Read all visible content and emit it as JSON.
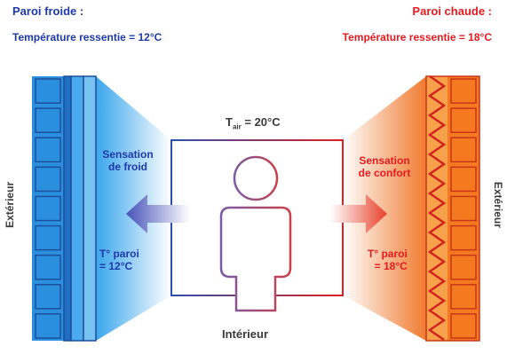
{
  "left_wall": {
    "title": "Paroi froide :",
    "subtitle": "Température ressentie = 12°C",
    "outside_label": "Extérieur",
    "sensation": [
      "Sensation",
      "de froid"
    ],
    "temp": [
      "T° paroi",
      "= 12°C"
    ]
  },
  "right_wall": {
    "title": "Paroi chaude :",
    "subtitle": "Température ressentie = 18°C",
    "outside_label": "Extérieur",
    "sensation": [
      "Sensation",
      "de confort"
    ],
    "temp": [
      "T° paroi",
      "= 18°C"
    ]
  },
  "room": {
    "air_temp_label": "T",
    "air_temp_subscript": "air",
    "air_temp_value": "= 20°C",
    "interior_label": "Intérieur"
  },
  "colors": {
    "cold_text": "#1e3aa8",
    "warm_text": "#e51b20",
    "cold_brick": "#2b8fe0",
    "warm_brick": "#f4791f",
    "warm_zigzag": "#d2231c"
  }
}
